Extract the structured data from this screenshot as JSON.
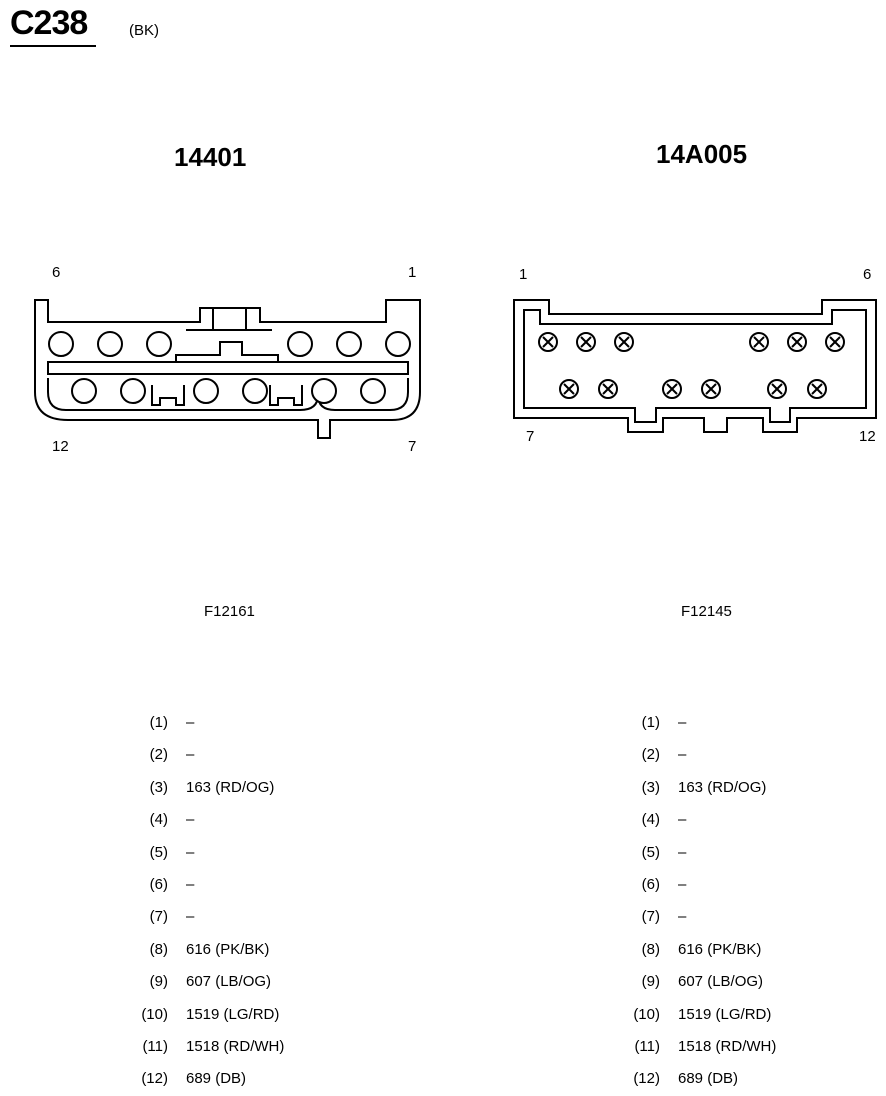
{
  "header": {
    "connector_id": "C238",
    "color_code": "(BK)"
  },
  "connectors": [
    {
      "part_number": "14401",
      "figure_id": "F12161",
      "pin_labels": {
        "top_left": "6",
        "top_right": "1",
        "bottom_left": "12",
        "bottom_right": "7"
      },
      "pins": [
        {
          "index": "(1)",
          "circuit": "–"
        },
        {
          "index": "(2)",
          "circuit": "–"
        },
        {
          "index": "(3)",
          "circuit": "163 (RD/OG)"
        },
        {
          "index": "(4)",
          "circuit": "–"
        },
        {
          "index": "(5)",
          "circuit": "–"
        },
        {
          "index": "(6)",
          "circuit": "–"
        },
        {
          "index": "(7)",
          "circuit": "–"
        },
        {
          "index": "(8)",
          "circuit": "616 (PK/BK)"
        },
        {
          "index": "(9)",
          "circuit": "607 (LB/OG)"
        },
        {
          "index": "(10)",
          "circuit": "1519 (LG/RD)"
        },
        {
          "index": "(11)",
          "circuit": "1518 (RD/WH)"
        },
        {
          "index": "(12)",
          "circuit": "689 (DB)"
        }
      ]
    },
    {
      "part_number": "14A005",
      "figure_id": "F12145",
      "pin_labels": {
        "top_left": "1",
        "top_right": "6",
        "bottom_left": "7",
        "bottom_right": "12"
      },
      "pins": [
        {
          "index": "(1)",
          "circuit": "–"
        },
        {
          "index": "(2)",
          "circuit": "–"
        },
        {
          "index": "(3)",
          "circuit": "163 (RD/OG)"
        },
        {
          "index": "(4)",
          "circuit": "–"
        },
        {
          "index": "(5)",
          "circuit": "–"
        },
        {
          "index": "(6)",
          "circuit": "–"
        },
        {
          "index": "(7)",
          "circuit": "–"
        },
        {
          "index": "(8)",
          "circuit": "616 (PK/BK)"
        },
        {
          "index": "(9)",
          "circuit": "607 (LB/OG)"
        },
        {
          "index": "(10)",
          "circuit": "1519 (LG/RD)"
        },
        {
          "index": "(11)",
          "circuit": "1518 (RD/WH)"
        },
        {
          "index": "(12)",
          "circuit": "689 (DB)"
        }
      ]
    }
  ]
}
